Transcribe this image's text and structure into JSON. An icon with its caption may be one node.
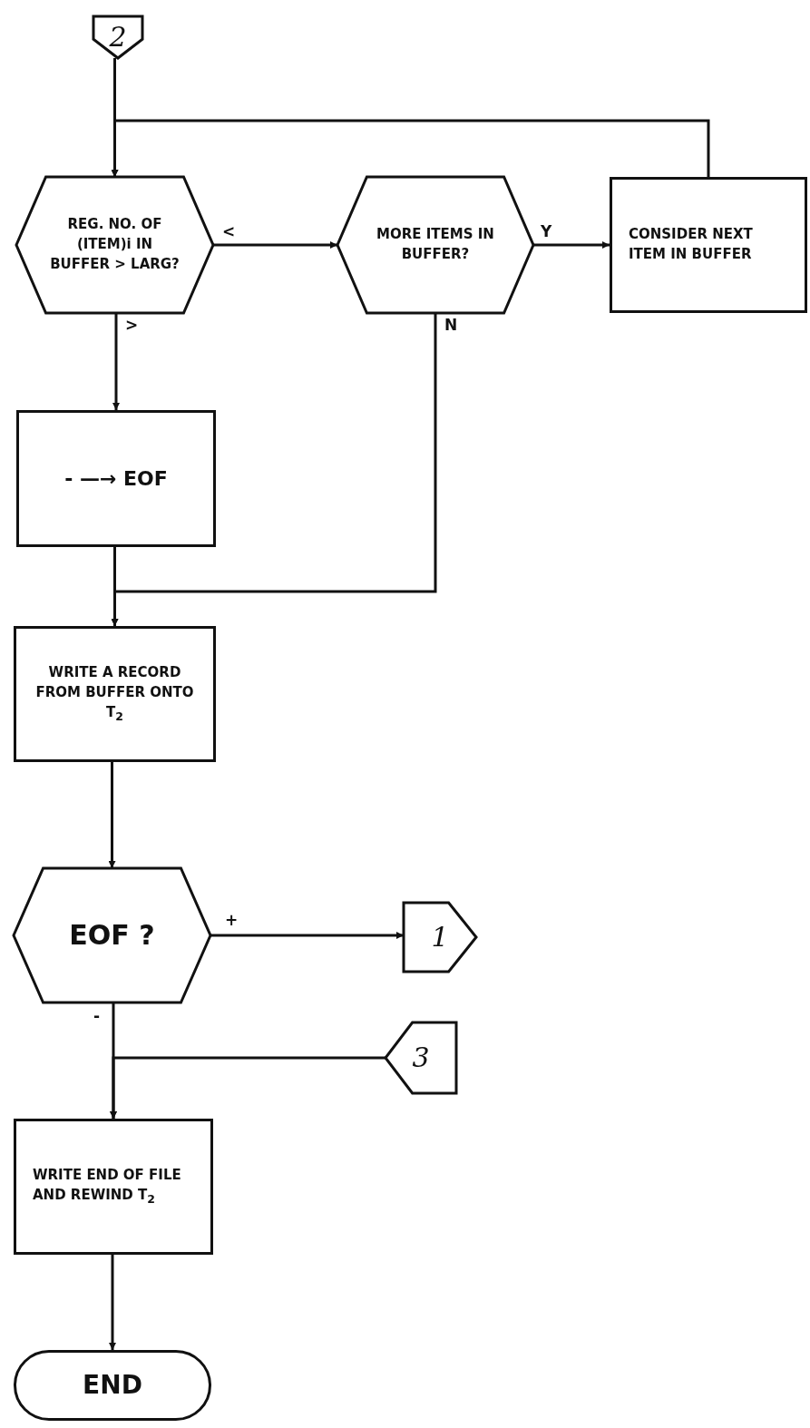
{
  "diagram": {
    "nodes": [
      {
        "text": [
          "2"
        ]
      },
      {
        "text": [
          "REG. NO. OF (ITEM)i IN BUFFER > LARG?"
        ]
      },
      {
        "text": [
          "MORE ITEMS IN BUFFER?"
        ]
      },
      {
        "text": [
          "CONSIDER NEXT ITEM IN BUFFER"
        ]
      },
      {
        "text": [
          "- —→ EOF"
        ]
      },
      {
        "text": [
          "WRITE A RECORD FROM BUFFER ONTO T$_{2}$"
        ]
      },
      {
        "text": [
          "EOF ?"
        ]
      },
      {
        "text": [
          "1"
        ]
      },
      {
        "text": [
          "3"
        ]
      },
      {
        "text": [
          "WRITE END OF FILE AND REWIND T$_{2}$"
        ]
      },
      {
        "text": [
          "END"
        ]
      }
    ],
    "edges": [
      {
        "from": 0,
        "to": 1,
        "arrow": "to"
      },
      {
        "from": 3,
        "to": 1,
        "arrow": "to"
      },
      {
        "from": 1,
        "to": 2,
        "arrow": "to",
        "label": "<"
      },
      {
        "from": 2,
        "to": 3,
        "arrow": "to",
        "label": "Y"
      },
      {
        "from": 1,
        "to": 4,
        "arrow": "to",
        "label": ">"
      },
      {
        "from": 2,
        "to": 5,
        "arrow": "to",
        "label": "N"
      },
      {
        "from": 4,
        "to": 5,
        "arrow": "to"
      },
      {
        "from": 5,
        "to": 6,
        "arrow": "to"
      },
      {
        "from": 6,
        "to": 7,
        "arrow": "to",
        "label": "+"
      },
      {
        "from": 6,
        "to": 9,
        "arrow": "to",
        "label": "-"
      },
      {
        "from": 8,
        "to": 9,
        "arrow": "to"
      },
      {
        "from": 9,
        "to": 10,
        "arrow": "to"
      }
    ]
  }
}
